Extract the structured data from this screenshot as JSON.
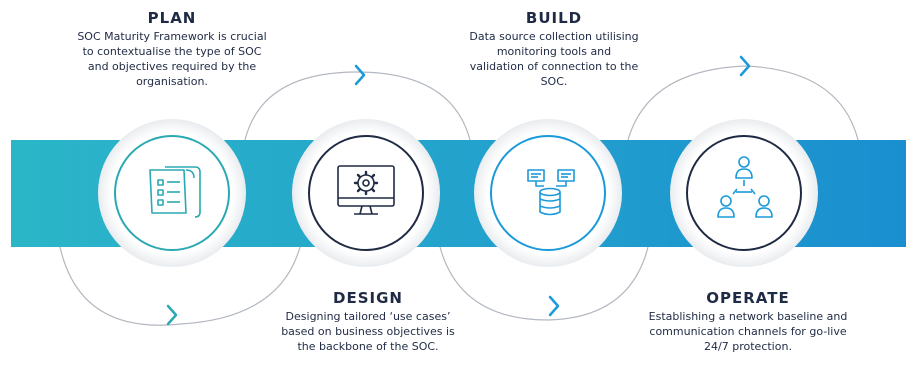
{
  "colors": {
    "band_start": "#2bb6c8",
    "band_end": "#1a8fd0",
    "navy": "#1f2a44",
    "teal": "#2aa9b3",
    "blue": "#1a9ad9",
    "loop_line": "#b3b8c0"
  },
  "steps": [
    {
      "title": "PLAN",
      "description": "SOC Maturity Framework is crucial to contextualise the type of SOC and objectives required by the organisation.",
      "icon": "document-checklist-icon",
      "ring_color": "teal"
    },
    {
      "title": "DESIGN",
      "description": "Designing tailored ‘use cases’ based on business objectives is the backbone of the SOC.",
      "icon": "monitor-gear-icon",
      "ring_color": "navy"
    },
    {
      "title": "BUILD",
      "description": "Data source collection utilising monitoring tools and validation of connection to the SOC.",
      "icon": "database-collection-icon",
      "ring_color": "blue"
    },
    {
      "title": "OPERATE",
      "description": "Establishing a network baseline and communication channels for go-live 24/7 protection.",
      "icon": "network-people-icon",
      "ring_color": "navy"
    }
  ]
}
